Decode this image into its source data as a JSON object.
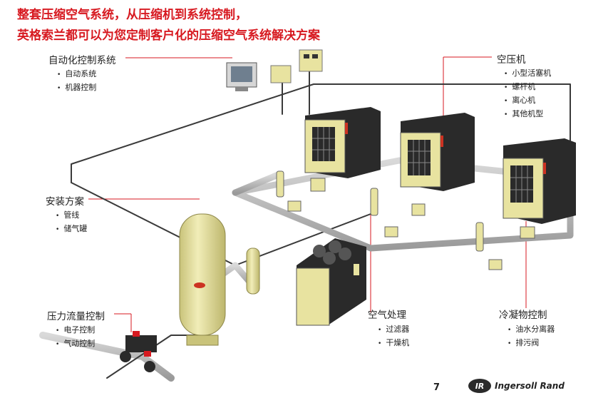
{
  "headline": {
    "line1": "整套压缩空气系统，从压缩机到系统控制，",
    "line2": "英格索兰都可以为您定制客户化的压缩空气系统解决方案"
  },
  "callouts": {
    "automation": {
      "title": "自动化控制系统",
      "items": [
        "自动系统",
        "机器控制"
      ]
    },
    "compressor": {
      "title": "空压机",
      "items": [
        "小型活塞机",
        "螺杆机",
        "离心机",
        "其他机型"
      ]
    },
    "installation": {
      "title": "安装方案",
      "items": [
        "管线",
        "储气罐"
      ]
    },
    "flow": {
      "title": "压力流量控制",
      "items": [
        "电子控制",
        "气动控制"
      ]
    },
    "air_treatment": {
      "title": "空气处理",
      "items": [
        "过滤器",
        "干燥机"
      ]
    },
    "condensate": {
      "title": "冷凝物控制",
      "items": [
        "油水分离器",
        "排污阀"
      ]
    }
  },
  "footer": {
    "page": "7",
    "brand_mark": "IR",
    "brand_name": "Ingersoll Rand"
  },
  "colors": {
    "headline": "#d71920",
    "leader": "#d71920",
    "equipment": "#e8e3a0",
    "cabinet": "#2a2a2a",
    "pipe": "#b4b4b4"
  }
}
